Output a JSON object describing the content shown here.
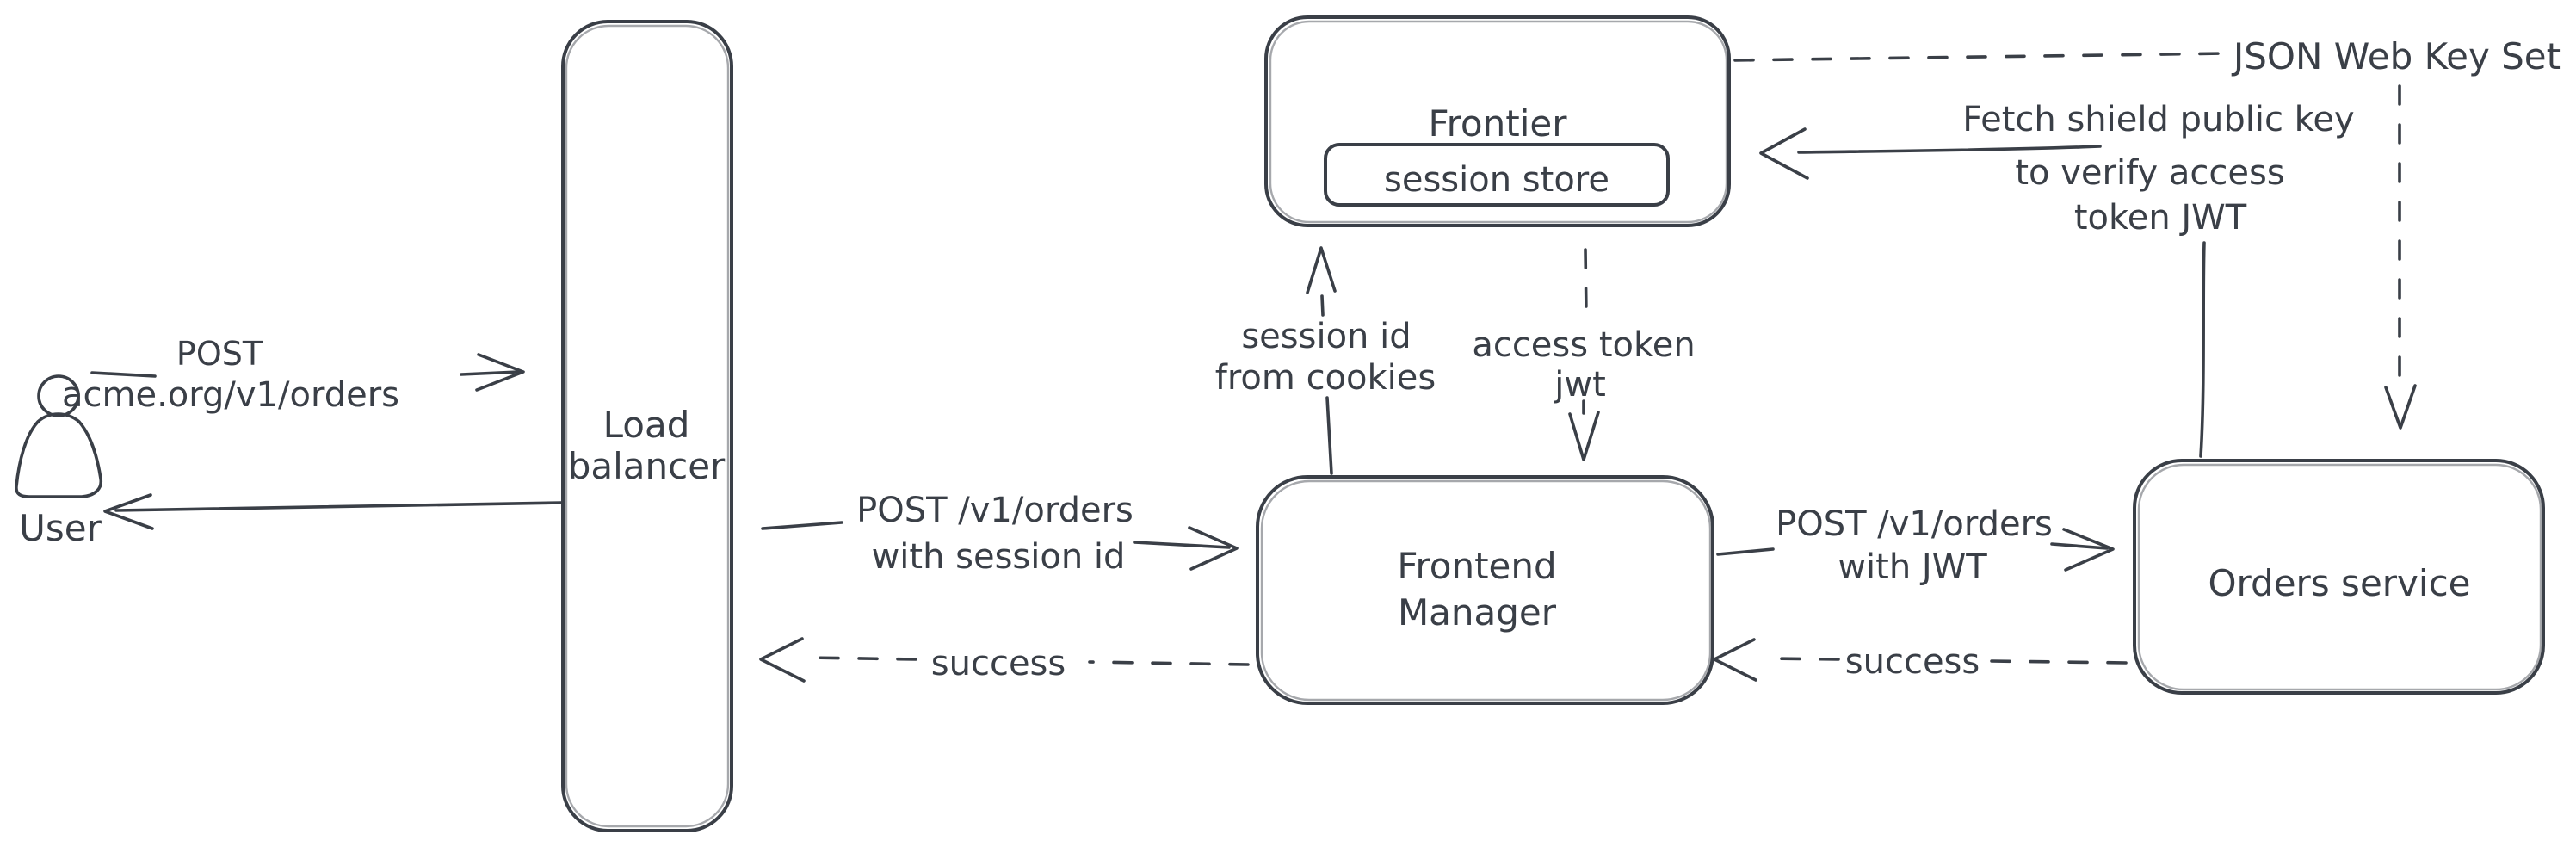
{
  "colors": {
    "ink": "#3a3f47",
    "hatch_line": "#ccd6e2",
    "hatch_bg": "#f3f6f9",
    "background": "#ffffff"
  },
  "nodes": {
    "user": {
      "label": "User"
    },
    "load_balancer": {
      "label_line1": "Load",
      "label_line2": "balancer"
    },
    "frontier": {
      "label": "Frontier",
      "session_store_label": "session store"
    },
    "frontend_manager": {
      "label_line1": "Frontend",
      "label_line2": "Manager"
    },
    "orders_service": {
      "label": "Orders service"
    },
    "jwks": {
      "label": "JSON Web Key Set"
    }
  },
  "edges": {
    "user_to_lb": {
      "style": "solid",
      "label_line1": "POST",
      "label_line2": "acme.org/v1/orders"
    },
    "lb_to_user": {
      "style": "solid",
      "label": ""
    },
    "lb_to_fm": {
      "style": "solid",
      "label_line1": "POST /v1/orders",
      "label_line2": "with session id"
    },
    "fm_to_lb": {
      "style": "dashed",
      "label": "success"
    },
    "fm_to_frontier": {
      "style": "solid",
      "label_line1": "session id",
      "label_line2": "from cookies"
    },
    "frontier_to_fm": {
      "style": "dashed",
      "label_line1": "access token",
      "label_line2": "jwt"
    },
    "fm_to_orders": {
      "style": "solid",
      "label_line1": "POST /v1/orders",
      "label_line2": "with JWT"
    },
    "orders_to_fm": {
      "style": "dashed",
      "label": "success"
    },
    "frontier_to_jwks": {
      "style": "dashed",
      "label": ""
    },
    "jwks_to_orders": {
      "style": "dashed",
      "label": ""
    },
    "orders_to_frontier": {
      "style": "solid",
      "label_line1": "Fetch shield public key",
      "label_line2": "to verify access",
      "label_line3": "token JWT"
    }
  }
}
